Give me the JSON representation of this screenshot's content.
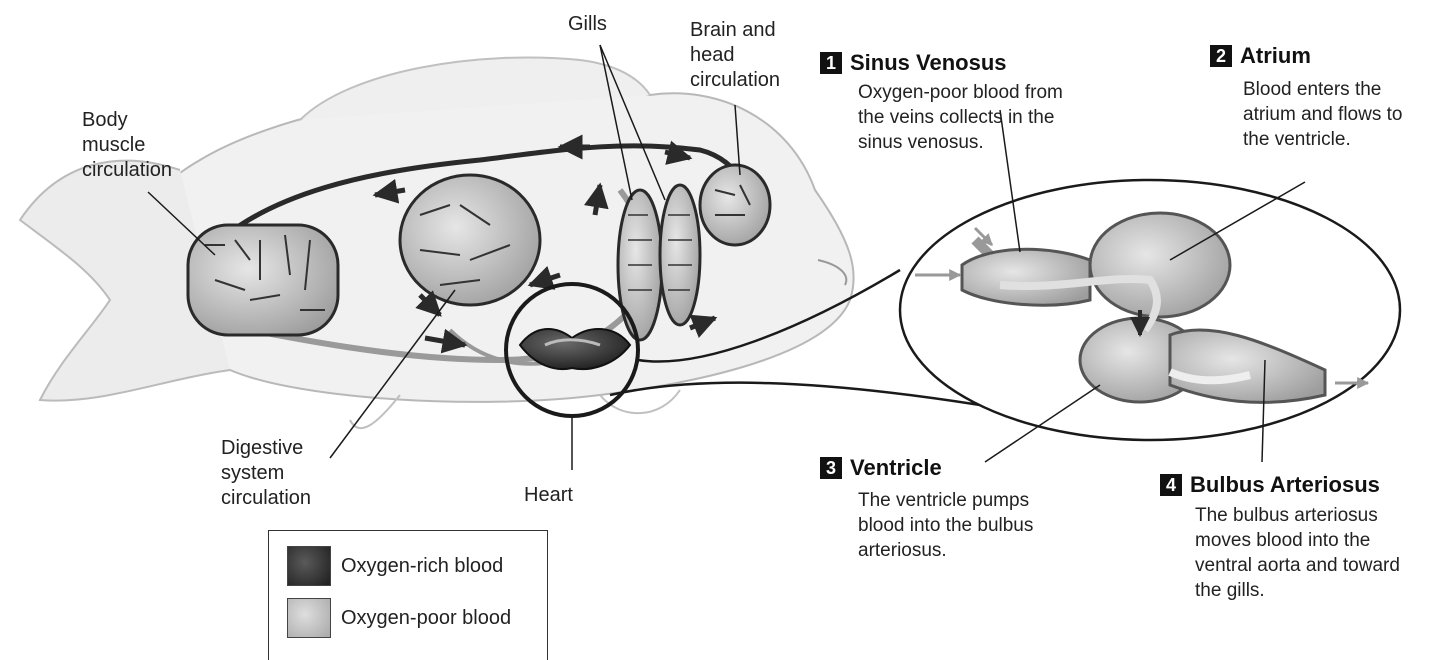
{
  "labels": {
    "gills": "Gills",
    "brain": "Brain and\nhead\ncirculation",
    "body_muscle": "Body\nmuscle\ncirculation",
    "digestive": "Digestive\nsystem\ncirculation",
    "heart": "Heart"
  },
  "steps": [
    {
      "number": "1",
      "title": "Sinus Venosus",
      "description": "Oxygen-poor blood from the veins collects in the sinus venosus."
    },
    {
      "number": "2",
      "title": "Atrium",
      "description": "Blood enters the atrium and flows to the ventricle."
    },
    {
      "number": "3",
      "title": "Ventricle",
      "description": "The ventricle pumps blood into the bulbus arteriosus."
    },
    {
      "number": "4",
      "title": "Bulbus Arteriosus",
      "description": "The bulbus arteriosus moves blood into the ventral aorta and toward the gills."
    }
  ],
  "legend": {
    "rich": "Oxygen-rich blood",
    "poor": "Oxygen-poor blood"
  },
  "colors": {
    "oxygen_rich": "#2a2a2a",
    "oxygen_poor": "#b5b5b5"
  }
}
